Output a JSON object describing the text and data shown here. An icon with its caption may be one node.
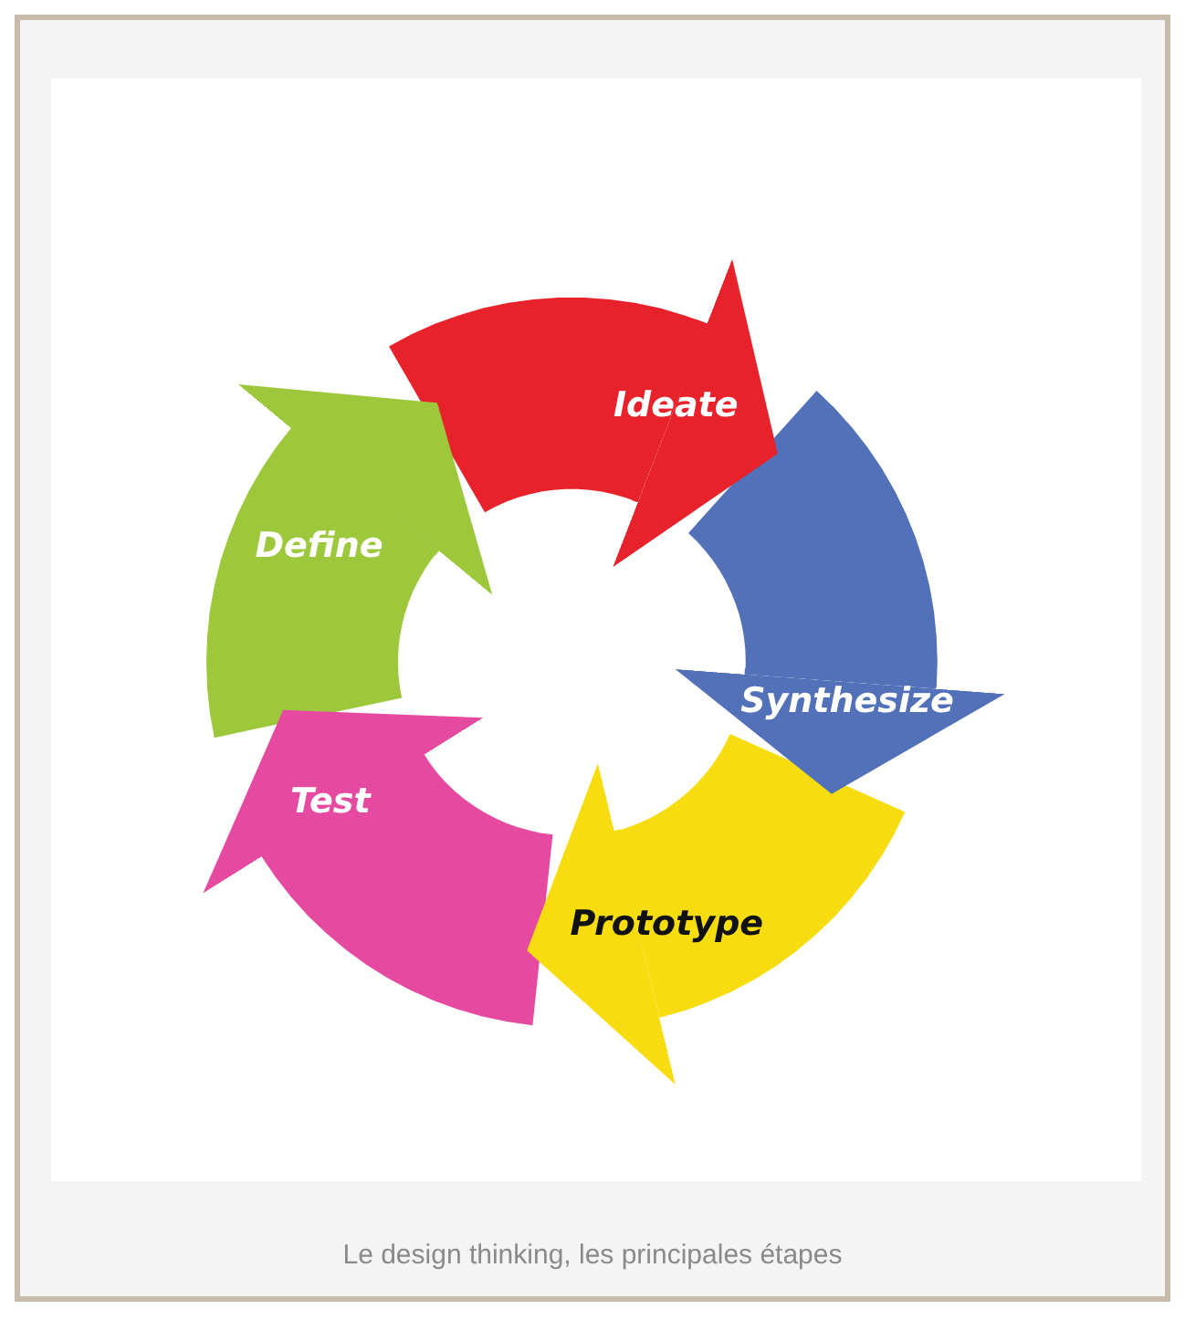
{
  "diagram": {
    "caption": "Le design thinking, les principales étapes",
    "nodes": [
      {
        "text": [
          "Define"
        ]
      },
      {
        "text": [
          "Ideate"
        ]
      },
      {
        "text": [
          "Synthesize"
        ]
      },
      {
        "text": [
          "Prototype"
        ]
      },
      {
        "text": [
          "Test"
        ]
      }
    ],
    "edges": [
      {
        "from": 0,
        "to": 1,
        "arrow": "to",
        "color": "#9dc83c"
      },
      {
        "from": 1,
        "to": 2,
        "arrow": "to",
        "color": "#e8222b"
      },
      {
        "from": 2,
        "to": 3,
        "arrow": "to",
        "color": "#5271b8"
      },
      {
        "from": 3,
        "to": 4,
        "arrow": "to",
        "color": "#f7dc10"
      },
      {
        "from": 4,
        "to": 0,
        "arrow": "to",
        "color": "#e64aa0"
      }
    ]
  }
}
